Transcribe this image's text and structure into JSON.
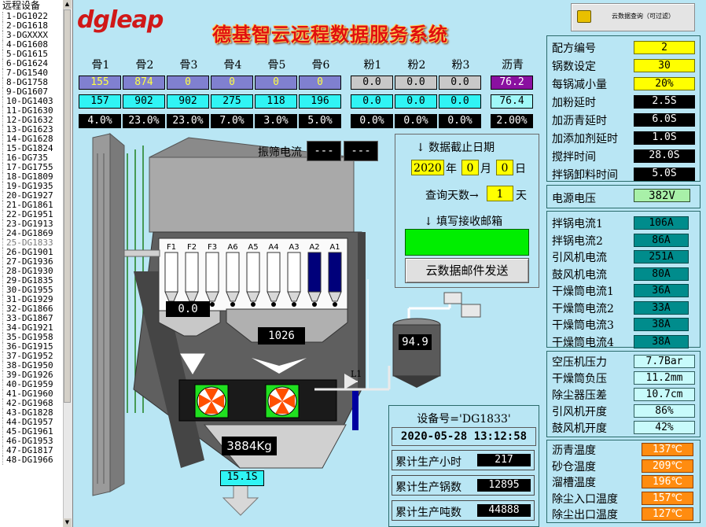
{
  "sidebar": {
    "title": "远程设备",
    "devices": [
      "1-DG1022",
      "2-DG1618",
      "3-DGXXXX",
      "4-DG1608",
      "5-DG1615",
      "6-DG1624",
      "7-DG1540",
      "8-DG1758",
      "9-DG1607",
      "10-DG1403",
      "11-DG1630",
      "12-DG1632",
      "13-DG1623",
      "14-DG1628",
      "15-DG1824",
      "16-DG735",
      "17-DG1755",
      "18-DG1809",
      "19-DG1935",
      "20-DG1927",
      "21-DG1861",
      "22-DG1951",
      "23-DG1913",
      "24-DG1869",
      "25-DG1833",
      "26-DG1901",
      "27-DG1936",
      "28-DG1930",
      "29-DG1835",
      "30-DG1955",
      "31-DG1929",
      "32-DG1866",
      "33-DG1867",
      "34-DG1921",
      "35-DG1958",
      "36-DG1915",
      "37-DG1952",
      "38-DG1950",
      "39-DG1926",
      "40-DG1959",
      "41-DG1960",
      "42-DG1968",
      "43-DG1828",
      "44-DG1957",
      "45-DG1961",
      "46-DG1953",
      "47-DG1817",
      "48-DG1966"
    ],
    "selected": "25-DG1833"
  },
  "header": {
    "logo": "dgleap",
    "title": "德基智云远程数据服务系统",
    "cloud_query_button": "云数据查询（可过滤）"
  },
  "materials": {
    "headers": [
      "骨1",
      "骨2",
      "骨3",
      "骨4",
      "骨5",
      "骨6",
      "粉1",
      "粉2",
      "粉3",
      "沥青"
    ],
    "row1": [
      "155",
      "874",
      "0",
      "0",
      "0",
      "0",
      "0.0",
      "0.0",
      "0.0",
      "76.2"
    ],
    "row2": [
      "157",
      "902",
      "902",
      "275",
      "118",
      "196",
      "0.0",
      "0.0",
      "0.0",
      "76.4"
    ],
    "row3": [
      "4.0%",
      "23.0%",
      "23.0%",
      "7.0%",
      "3.0%",
      "5.0%",
      "0.0%",
      "0.0%",
      "0.0%",
      "2.00%"
    ]
  },
  "plant": {
    "screen_current_label": "振筛电流",
    "screen_current_1": "---",
    "screen_current_2": "---",
    "bins": [
      "F1",
      "F2",
      "F3",
      "A6",
      "A5",
      "A4",
      "A3",
      "A2",
      "A1"
    ],
    "powder_weight": "0.0",
    "aggregate_weight": "1026",
    "asphalt_tank": "94.9",
    "level_label": "L1",
    "mixer_weight": "3884Kg",
    "discharge_time": "15.1S"
  },
  "query": {
    "deadline_label": "↓ 数据截止日期",
    "year": "2020",
    "year_unit": "年",
    "month": "0",
    "month_unit": "月",
    "day": "0",
    "day_unit": "日",
    "days_label": "查询天数→",
    "days": "1",
    "days_unit": "天",
    "email_label": "↓ 填写接收邮箱",
    "email": "",
    "send_button": "云数据邮件发送"
  },
  "device": {
    "number": "设备号='DG1833'",
    "datetime": "2020-05-28 13:12:58",
    "stats": [
      {
        "label": "累计生产小时",
        "value": "217"
      },
      {
        "label": "累计生产锅数",
        "value": "12895"
      },
      {
        "label": "累计生产吨数",
        "value": "44888"
      }
    ]
  },
  "recipe": [
    {
      "label": "配方编号",
      "value": "2"
    },
    {
      "label": "锅数设定",
      "value": "30"
    },
    {
      "label": "每锅减小量",
      "value": "20%"
    },
    {
      "label": "加粉延时",
      "value": "2.5S"
    },
    {
      "label": "加沥青延时",
      "value": "6.0S"
    },
    {
      "label": "加添加剂延时",
      "value": "1.0S"
    },
    {
      "label": "搅拌时间",
      "value": "28.0S"
    },
    {
      "label": "拌锅卸料时间",
      "value": "5.0S"
    }
  ],
  "voltage": {
    "label": "电源电压",
    "value": "382V"
  },
  "currents": [
    {
      "label": "拌锅电流1",
      "value": "106A"
    },
    {
      "label": "拌锅电流2",
      "value": "86A"
    },
    {
      "label": "引风机电流",
      "value": "251A"
    },
    {
      "label": "鼓风机电流",
      "value": "80A"
    },
    {
      "label": "干燥筒电流1",
      "value": "36A"
    },
    {
      "label": "干燥筒电流2",
      "value": "33A"
    },
    {
      "label": "干燥筒电流3",
      "value": "38A"
    },
    {
      "label": "干燥筒电流4",
      "value": "38A"
    }
  ],
  "pressures": [
    {
      "label": "空压机压力",
      "value": "7.7Bar"
    },
    {
      "label": "干燥筒负压",
      "value": "11.2mm"
    },
    {
      "label": "除尘器压差",
      "value": "10.7cm"
    },
    {
      "label": "引风机开度",
      "value": "86%"
    },
    {
      "label": "鼓风机开度",
      "value": "42%"
    }
  ],
  "temperatures": [
    {
      "label": "沥青温度",
      "value": "137℃"
    },
    {
      "label": "砂仓温度",
      "value": "209℃"
    },
    {
      "label": "溜槽温度",
      "value": "196℃"
    },
    {
      "label": "除尘入口温度",
      "value": "157℃"
    },
    {
      "label": "除尘出口温度",
      "value": "127℃"
    }
  ],
  "colors": {
    "background": "#b9e6f4",
    "accent_title": "#e01010",
    "yellow": "#ffff00",
    "orange": "#ff8c10",
    "teal": "#008c8c"
  }
}
